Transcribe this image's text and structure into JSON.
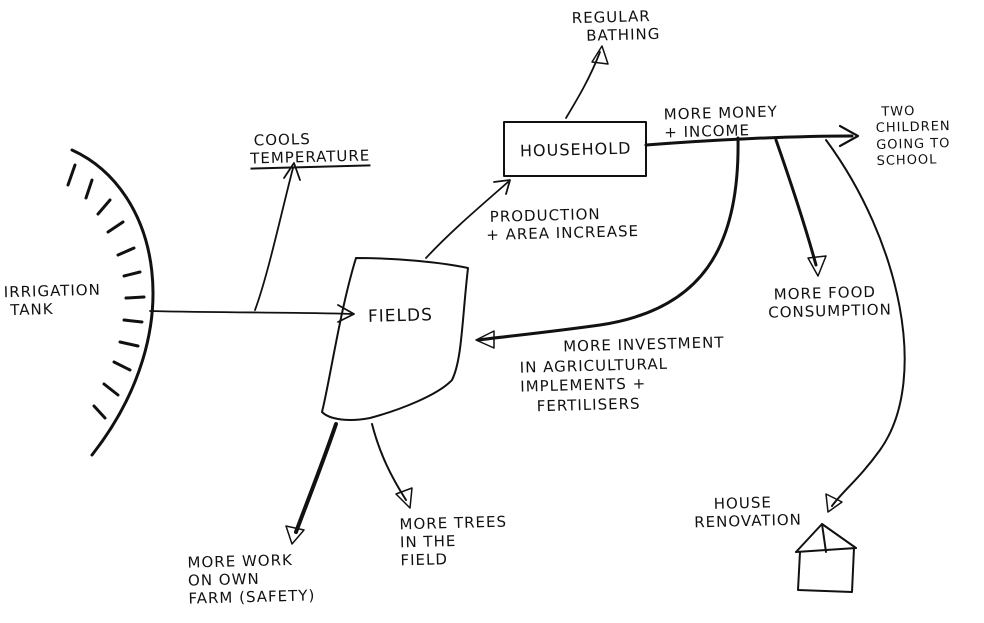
{
  "nodes": {
    "irrigation_tank": [
      "IRRIGATION",
      "TANK"
    ],
    "fields": "FIELDS",
    "household": "HOUSEHOLD"
  },
  "labels": {
    "cools": [
      "COOLS",
      "TEMPERATURE"
    ],
    "production": [
      "PRODUCTION",
      "+ AREA INCREASE"
    ],
    "bathing": [
      "REGULAR",
      "BATHING"
    ],
    "money": [
      "MORE MONEY",
      "+ INCOME"
    ],
    "children": [
      "TWO",
      "CHILDREN",
      "GOING TO",
      "SCHOOL"
    ],
    "food": [
      "MORE FOOD",
      "CONSUMPTION"
    ],
    "investment": [
      "MORE INVESTMENT",
      "IN AGRICULTURAL",
      "IMPLEMENTS +",
      "FERTILISERS"
    ],
    "house": [
      "HOUSE",
      "RENOVATION"
    ],
    "trees": [
      "MORE TREES",
      "IN THE",
      "FIELD"
    ],
    "work": [
      "MORE WORK",
      "ON OWN",
      "FARM (SAFETY)"
    ]
  }
}
